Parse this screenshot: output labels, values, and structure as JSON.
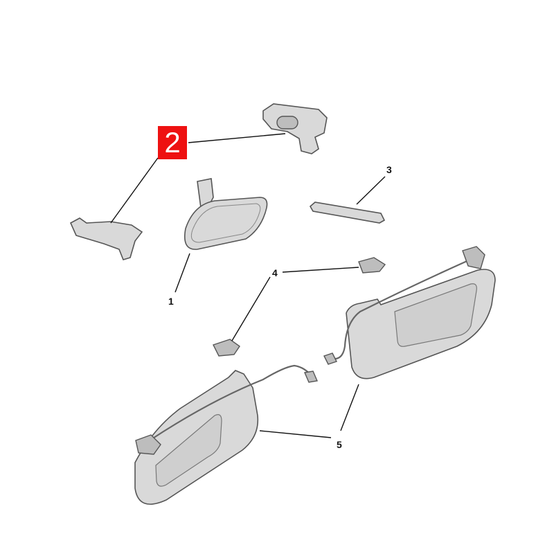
{
  "callouts": {
    "part_1": "1",
    "part_2": "2",
    "part_3": "3",
    "part_4": "4",
    "part_5": "5"
  },
  "colors": {
    "highlight_callout": "#ee1111",
    "part_fill": "#d9d9d9",
    "outline": "#555555"
  }
}
